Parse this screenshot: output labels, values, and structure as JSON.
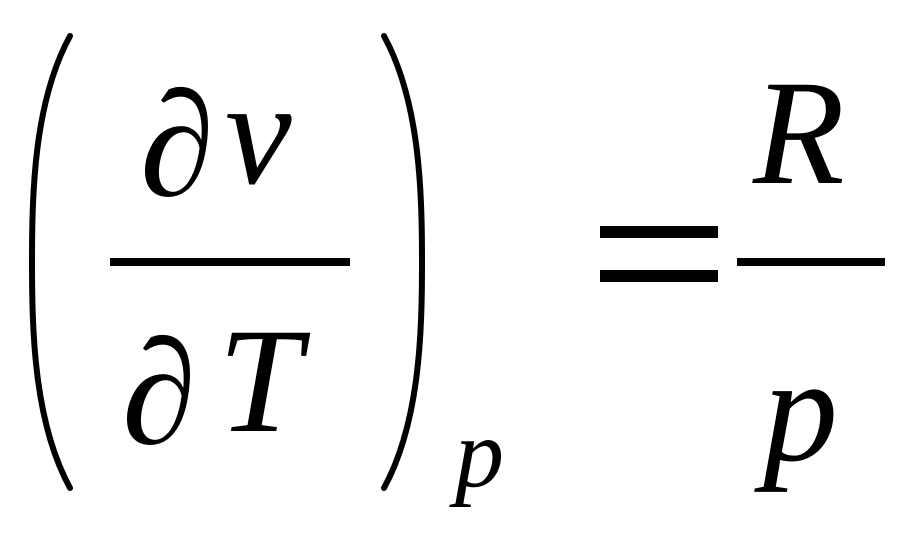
{
  "equation": {
    "lhs": {
      "numerator": {
        "partial": "∂",
        "variable": "v"
      },
      "denominator": {
        "partial": "∂",
        "variable": "T"
      },
      "subscript": "p"
    },
    "operator": "=",
    "rhs": {
      "numerator": "R",
      "denominator": "p"
    }
  }
}
